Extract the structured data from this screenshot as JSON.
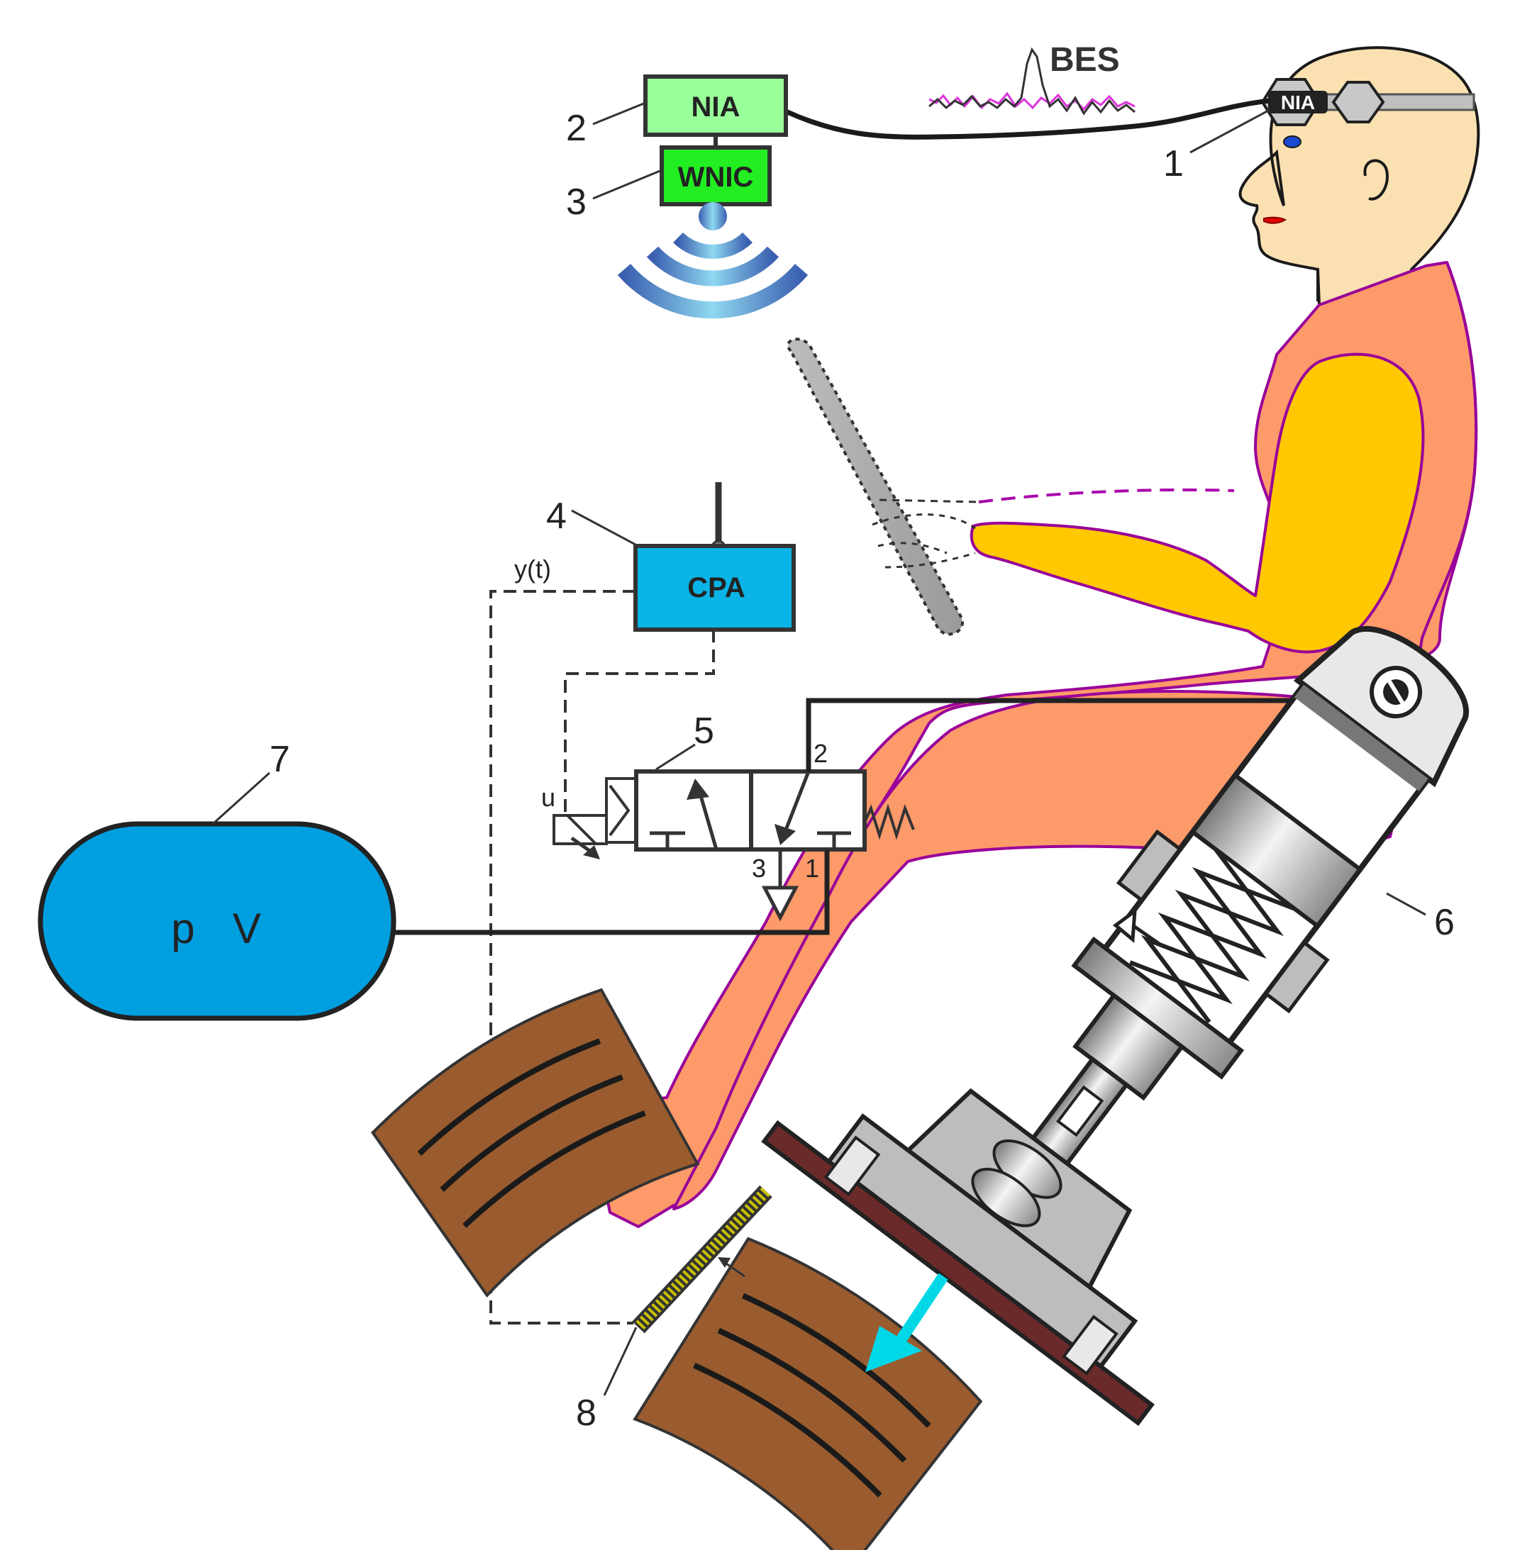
{
  "labels": {
    "n1": "1",
    "n2": "2",
    "n3": "3",
    "n4": "4",
    "n5": "5",
    "n6": "6",
    "n7": "7",
    "n8": "8"
  },
  "boxes": {
    "nia": "NIA",
    "wnic": "WNIC",
    "cpa": "CPA",
    "headband": "NIA"
  },
  "signal": "BES",
  "controller": {
    "output": "y(t)",
    "input": "u"
  },
  "valve": {
    "port2": "2",
    "port3": "3",
    "port1": "1"
  },
  "tank": {
    "p": "p",
    "v": "V"
  },
  "colors": {
    "nia_box": "#99ff99",
    "wnic_box": "#22ee22",
    "cpa_box": "#0ab4e6",
    "tank": "#009fe0",
    "body": "#fc9a6a",
    "arm": "#ffc800",
    "skin": "#fbe1b2",
    "pedal": "#9a5c2f"
  }
}
